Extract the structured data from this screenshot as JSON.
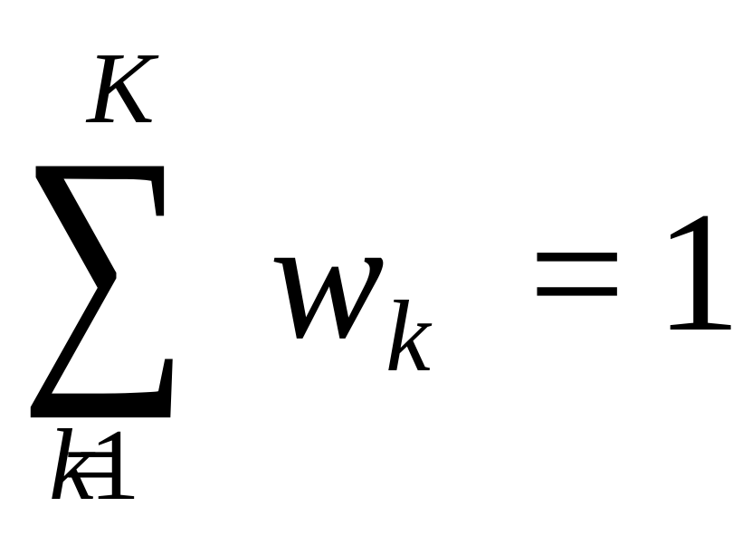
{
  "formula": {
    "summation_symbol": "∑",
    "upper_limit": "K",
    "lower_limit_variable": "k",
    "lower_limit_operator": "=",
    "lower_limit_value": "1",
    "summand": "w",
    "summand_subscript": "k",
    "equals": "=",
    "rhs": "1"
  }
}
